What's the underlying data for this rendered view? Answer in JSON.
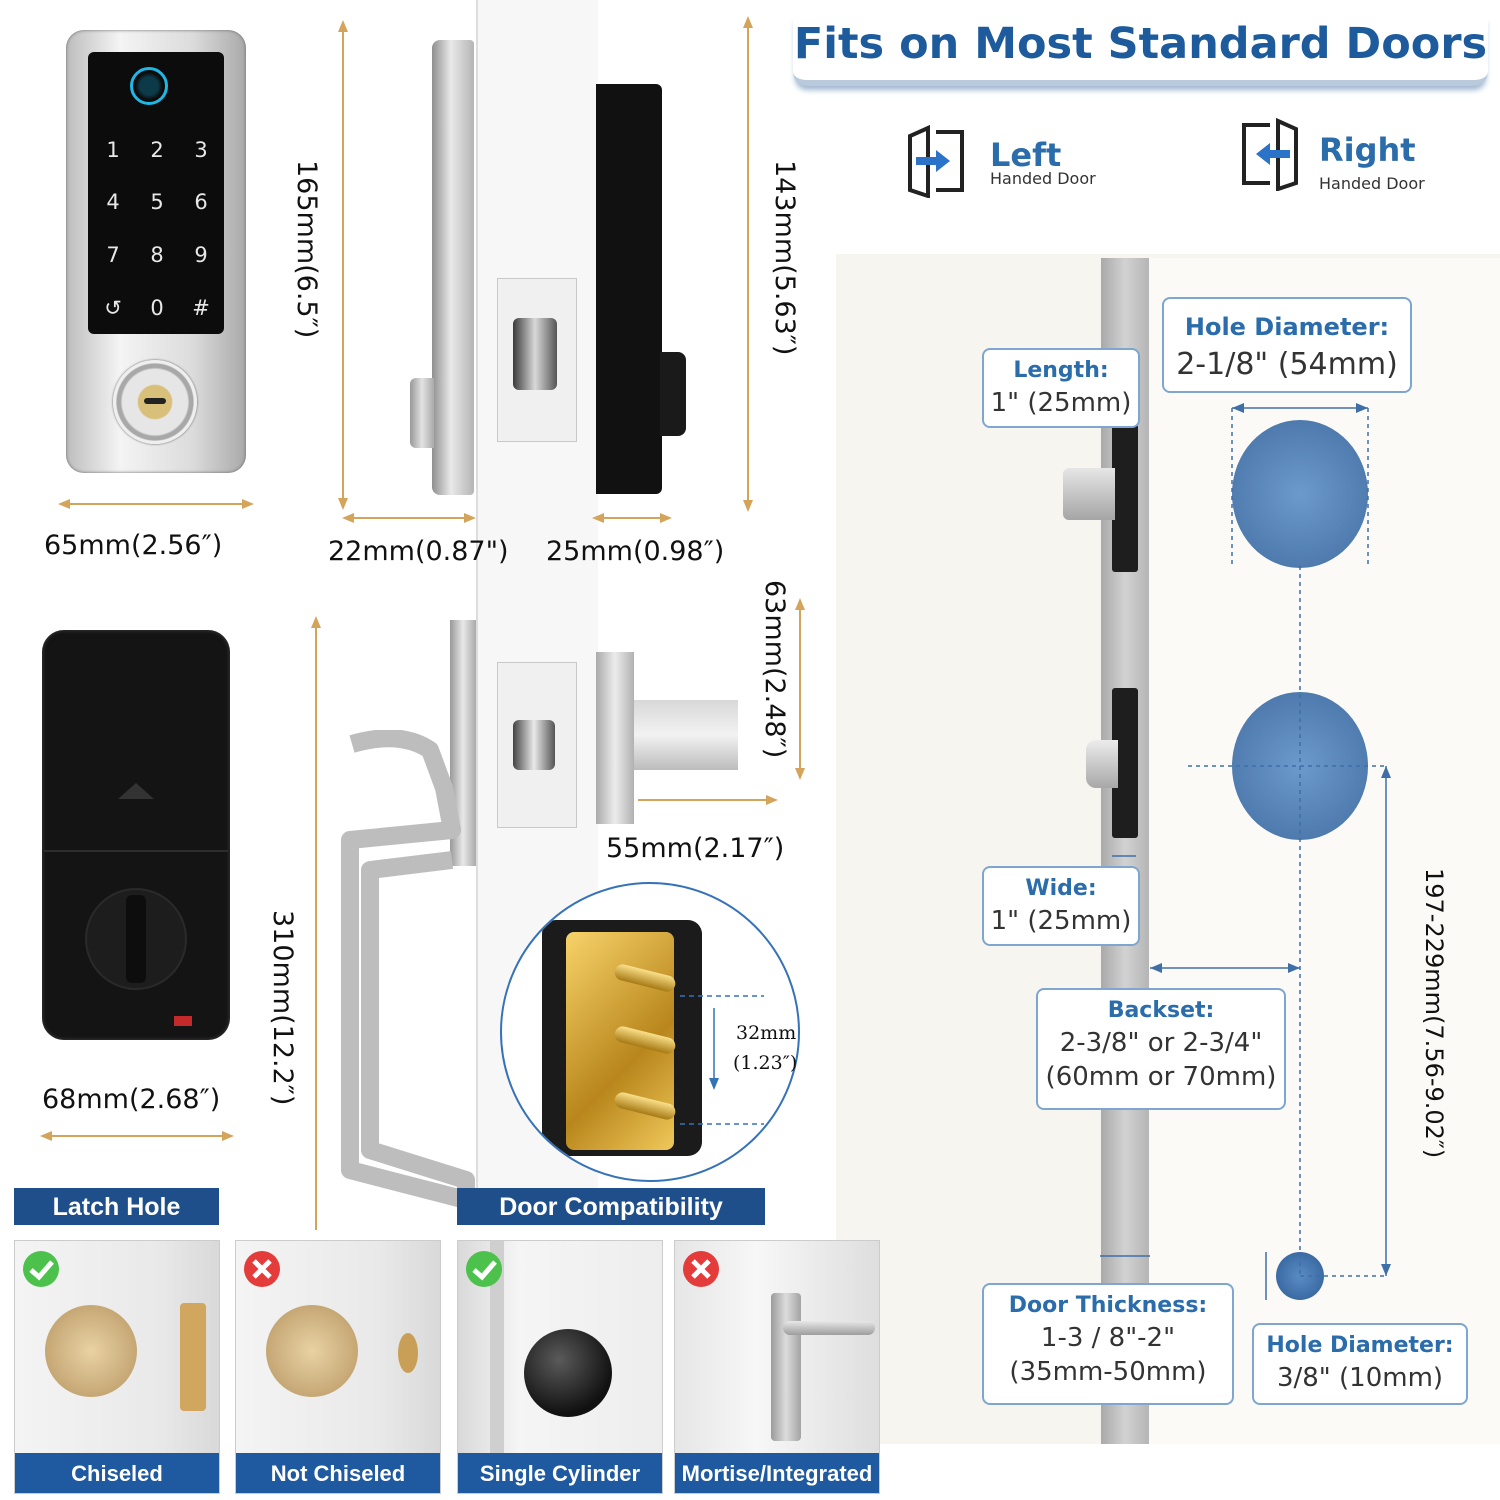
{
  "header": {
    "title": "Fits on Most Standard Doors",
    "left_door": {
      "title": "Left",
      "sub": "Handed Door"
    },
    "right_door": {
      "title": "Right",
      "sub": "Handed Door"
    }
  },
  "keypad": {
    "keys": [
      "1",
      "2",
      "3",
      "4",
      "5",
      "6",
      "7",
      "8",
      "9",
      "↺",
      "0",
      "#"
    ]
  },
  "dimensions": {
    "front_width": "65mm(2.56″)",
    "front_height": "165mm(6.5″)",
    "side_thickness": "22mm(0.87\")",
    "side_depth": "25mm(0.98″)",
    "interior_height": "143mm(5.63″)",
    "back_width": "68mm(2.68″)",
    "handle_height": "310mm(12.2″)",
    "latch_height": "63mm(2.48″)",
    "latch_width": "55mm(2.17″)",
    "screw_spacing_mm": "32mm",
    "screw_spacing_in": "(1.23″)"
  },
  "diagram": {
    "length": {
      "label": "Length:",
      "value": "1\" (25mm)"
    },
    "hole_diameter_large": {
      "label": "Hole Diameter:",
      "value": "2-1/8\" (54mm)"
    },
    "wide": {
      "label": "Wide:",
      "value": "1\" (25mm)"
    },
    "backset": {
      "label": "Backset:",
      "value_line1": "2-3/8\" or 2-3/4\"",
      "value_line2": "(60mm or 70mm)"
    },
    "door_thickness": {
      "label": "Door Thickness:",
      "value_line1": "1-3 / 8\"-2\"",
      "value_line2": "(35mm-50mm)"
    },
    "hole_diameter_small": {
      "label": "Hole Diameter:",
      "value": "3/8\" (10mm)"
    },
    "spacing": "197-229mm(7.56-9.02″)"
  },
  "compat": {
    "latch_hole": {
      "title": "Latch Hole",
      "items": [
        {
          "caption": "Chiseled",
          "status": "ok"
        },
        {
          "caption": "Not Chiseled",
          "status": "no"
        }
      ]
    },
    "door_compat": {
      "title": "Door Compatibility",
      "items": [
        {
          "caption": "Single Cylinder",
          "status": "ok"
        },
        {
          "caption": "Mortise/Integrated",
          "status": "no"
        }
      ]
    }
  },
  "colors": {
    "accent": "#2b6cab",
    "banner": "#1f4f8a",
    "ok": "#4cc24c",
    "no": "#e43b3b"
  }
}
